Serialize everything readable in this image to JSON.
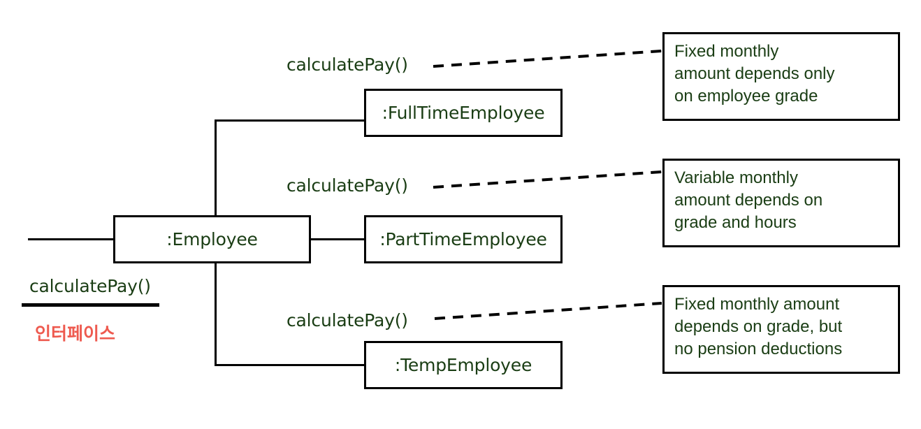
{
  "diagram": {
    "type": "uml-object-diagram",
    "background_color": "#ffffff",
    "stroke_color": "#000000",
    "text_color": "#1a3d14",
    "accent_color": "#ee5a4f",
    "base_class": {
      "label": ":Employee"
    },
    "subclasses": [
      {
        "label": ":FullTimeEmployee"
      },
      {
        "label": ":PartTimeEmployee"
      },
      {
        "label": ":TempEmployee"
      }
    ],
    "operation_labels": [
      {
        "label": "calculatePay()"
      },
      {
        "label": "calculatePay()"
      },
      {
        "label": "calculatePay()"
      }
    ],
    "notes": [
      {
        "lines": [
          "Fixed monthly",
          "amount depends only",
          "on employee grade"
        ]
      },
      {
        "lines": [
          "Variable monthly",
          "amount depends on",
          "grade and hours"
        ]
      },
      {
        "lines": [
          "Fixed monthly amount",
          "depends on grade, but",
          "no pension deductions"
        ]
      }
    ],
    "interface": {
      "operation": "calculatePay()",
      "caption": "인터페이스"
    }
  }
}
